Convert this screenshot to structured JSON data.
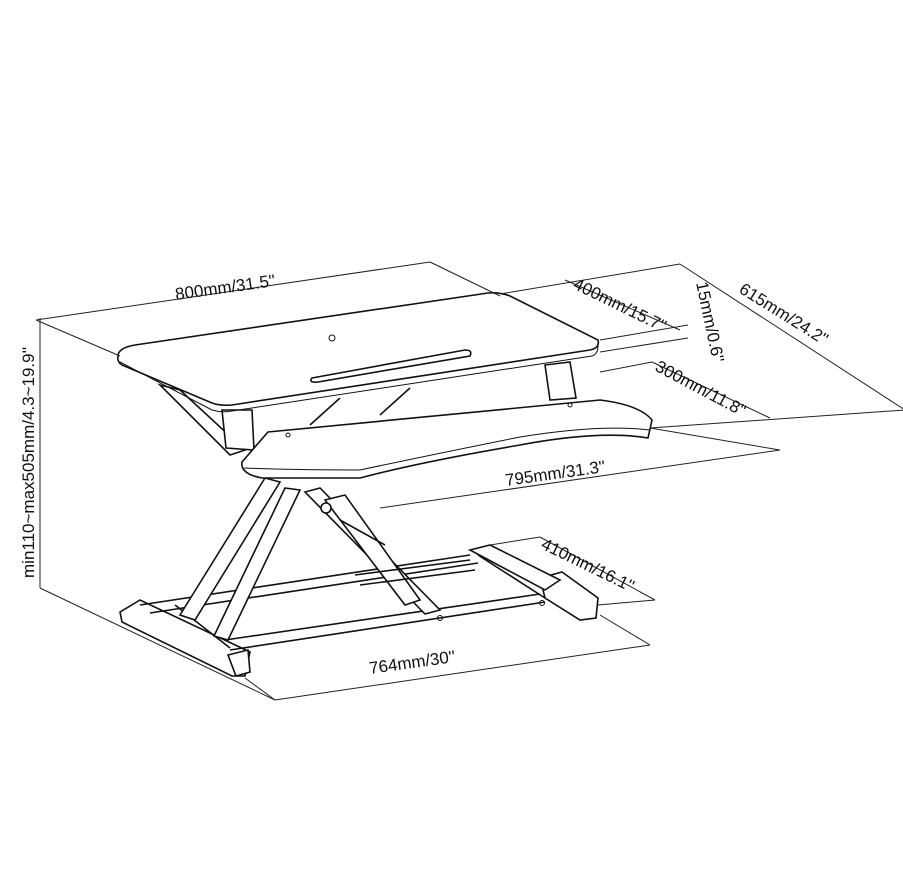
{
  "diagram": {
    "dimensions": {
      "top_width": "800mm/31.5''",
      "top_depth": "400mm/15.7''",
      "top_thickness": "15mm/0.6''",
      "total_depth": "615mm/24.2''",
      "tray_depth": "300mm/11.8''",
      "tray_width": "795mm/31.3''",
      "base_depth": "410mm/16.1''",
      "base_width": "764mm/30''",
      "height_range": "min110~max505mm/4.3~19.9''"
    },
    "colors": {
      "line": "#111111",
      "background": "#ffffff"
    }
  }
}
